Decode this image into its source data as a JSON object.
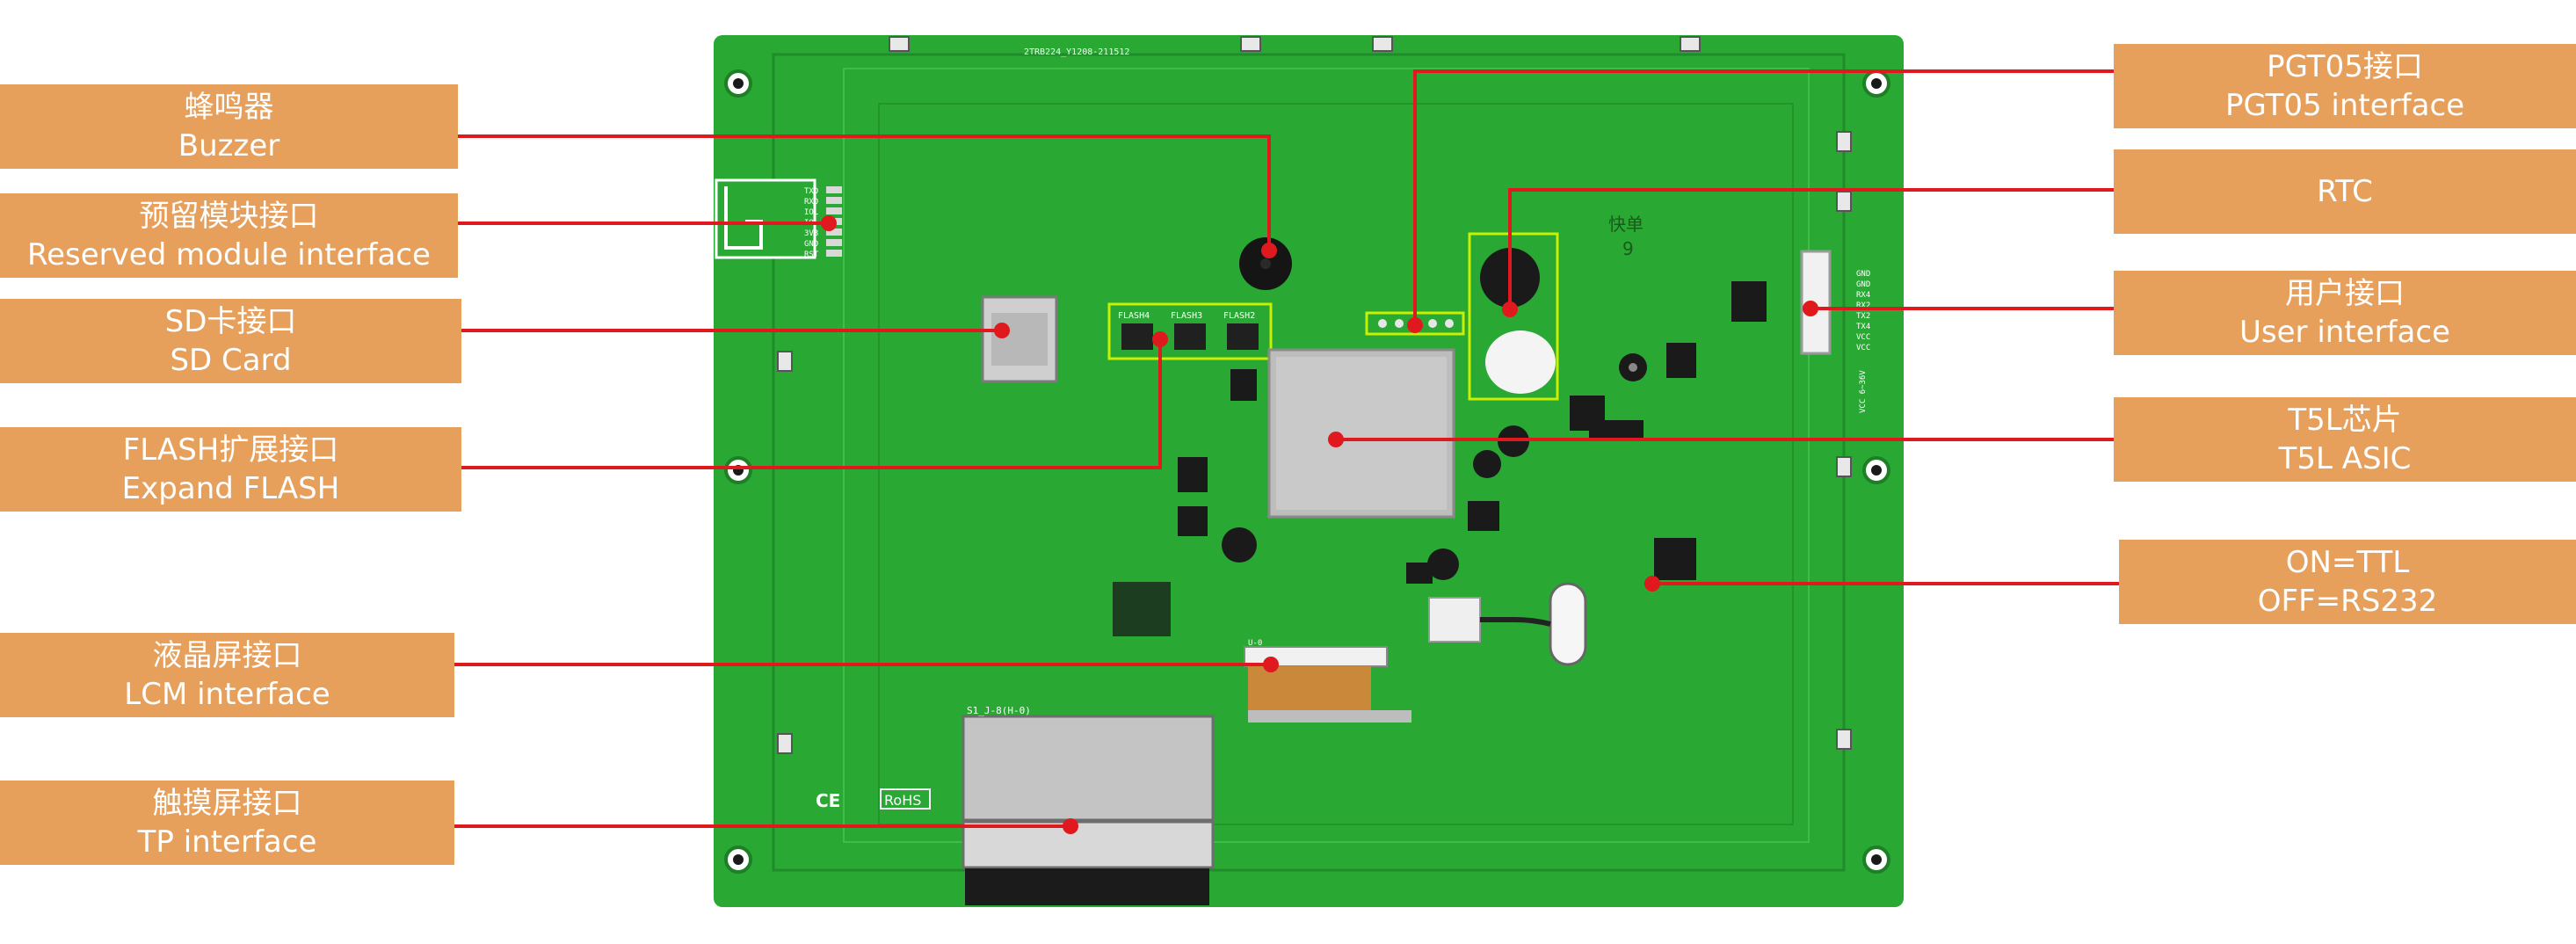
{
  "colors": {
    "label_bg": "#e6a05c",
    "label_text": "#ffffff",
    "leader_line": "#e0191f",
    "board_green": "#27a833",
    "highlight_box": "#c8f000"
  },
  "board": {
    "top_code": "2TRB224_Y1208-211512",
    "handwritten_mark": "快单",
    "handwritten_number": "9",
    "flash_labels": [
      "FLASH4",
      "FLASH3",
      "FLASH2"
    ],
    "reserved_pins": [
      "TXD",
      "RXD",
      "IOL",
      "IO",
      "3V3",
      "GND",
      "RST"
    ],
    "user_pins": [
      "GND",
      "GND",
      "RX4",
      "RX2",
      "TX2",
      "TX4",
      "VCC",
      "VCC"
    ],
    "vcc_text": "VCC 6~36V",
    "lcd_text": "U-0",
    "tp_text": "S1_J-8(H-0)",
    "cert_marks": [
      "CE",
      "RoHS"
    ]
  },
  "callouts": [
    {
      "zh": "蜂鸣器",
      "en": "Buzzer"
    },
    {
      "zh": "预留模块接口",
      "en": "Reserved module interface"
    },
    {
      "zh": "SD卡接口",
      "en": "SD Card"
    },
    {
      "zh": "FLASH扩展接口",
      "en": "Expand FLASH"
    },
    {
      "zh": "液晶屏接口",
      "en": "LCM interface"
    },
    {
      "zh": "触摸屏接口",
      "en": "TP interface"
    },
    {
      "zh": "PGT05接口",
      "en": "PGT05 interface"
    },
    {
      "zh": "RTC",
      "en": ""
    },
    {
      "zh": "用户接口",
      "en": "User interface"
    },
    {
      "zh": "T5L芯片",
      "en": "T5L ASIC"
    },
    {
      "zh": "ON=TTL",
      "en": "OFF=RS232"
    }
  ]
}
